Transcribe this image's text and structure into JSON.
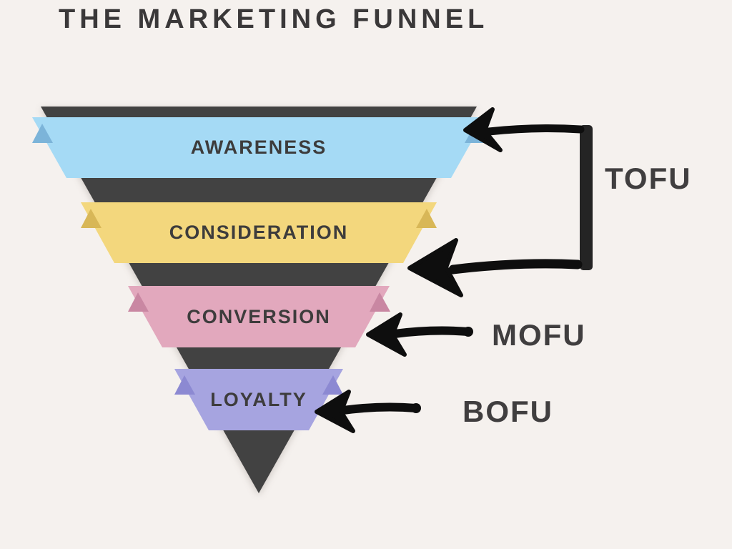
{
  "title": "THE MARKETING FUNNEL",
  "funnel": {
    "funnel_color": "#424242",
    "stages": [
      {
        "label": "AWARENESS",
        "color": "#a5daf5",
        "fold_color": "#7cb4d9"
      },
      {
        "label": "CONSIDERATION",
        "color": "#f3d77d",
        "fold_color": "#d8b757"
      },
      {
        "label": "CONVERSION",
        "color": "#e2a8bd",
        "fold_color": "#c987a2"
      },
      {
        "label": "LOYALTY",
        "color": "#a6a4e0",
        "fold_color": "#8c89d2"
      }
    ]
  },
  "annotations": [
    {
      "label": "TOFU",
      "meaning": "top-of-funnel bracket spanning Awareness and Consideration"
    },
    {
      "label": "MOFU",
      "meaning": "arrow pointing to Conversion"
    },
    {
      "label": "BOFU",
      "meaning": "arrow pointing to Loyalty"
    }
  ],
  "colors": {
    "background": "#f5f1ee",
    "arrow": "#0e0e0e",
    "bracket": "#242424",
    "title_text": "#3a3839",
    "stage_text": "#3d3c3c",
    "annotation_text": "#403e3f"
  }
}
